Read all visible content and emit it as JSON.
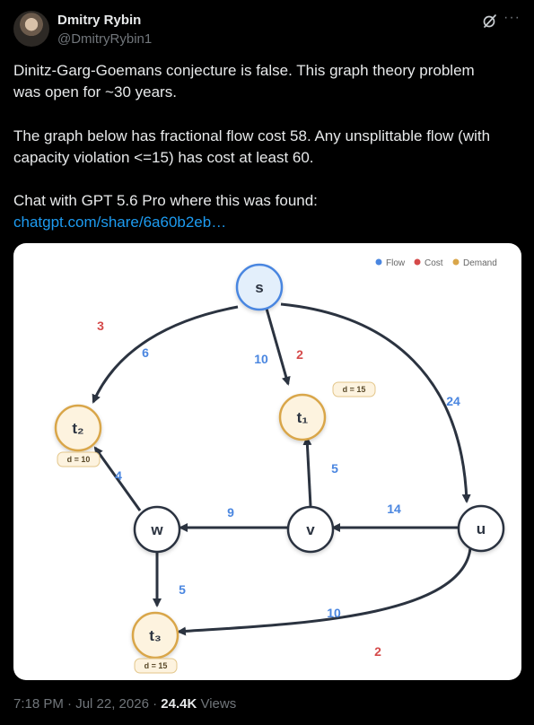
{
  "post": {
    "author_name": "Dmitry Rybin",
    "author_handle": "@DmitryRybin1",
    "line1": "Dinitz-Garg-Goemans conjecture is false. This graph theory problem",
    "line2": "was open for ~30 years.",
    "line3": "The graph below has fractional flow cost 58. Any unsplittable flow (with",
    "line4": "capacity violation <=15) has cost at least 60.",
    "line5": "Chat with GPT 5.6 Pro where this was found:",
    "link": "chatgpt.com/share/6a60b2eb…",
    "time": "7:18 PM · Jul 22, 2026 · ",
    "views_count": "24.4K",
    "views_label": " Views"
  },
  "graph": {
    "legend": {
      "flow": "Flow",
      "cost": "Cost",
      "demand": "Demand"
    },
    "colors": {
      "flow": "#4a86e0",
      "cost": "#d54a4a",
      "demand": "#d9a64a",
      "edge": "#2b3340"
    },
    "nodes": {
      "s": "s",
      "t1": "t₁",
      "t2": "t₂",
      "t3": "t₃",
      "u": "u",
      "v": "v",
      "w": "w"
    },
    "demands": {
      "t1": "d = 15",
      "t2": "d = 10",
      "t3": "d = 15"
    },
    "edge_labels": {
      "s_t2_flow": "6",
      "s_t2_cost": "3",
      "s_t1_flow": "10",
      "s_t1_cost": "2",
      "s_u_flow": "24",
      "u_v_flow": "14",
      "v_w_flow": "9",
      "v_t1_flow": "5",
      "w_t2_flow": "4",
      "w_t3_flow": "5",
      "u_t3_flow": "10",
      "u_t3_cost": "2"
    }
  }
}
